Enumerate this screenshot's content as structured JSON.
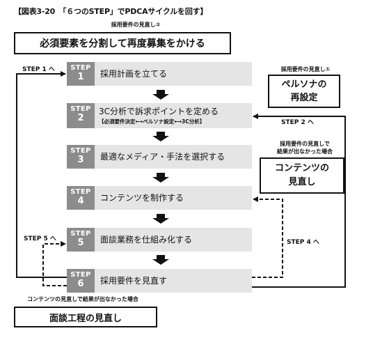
{
  "figure_title": "【図表3-20　「６つのSTEP」でPDCAサイクルを回す】",
  "top_caption": "採用要件の見直し②",
  "top_box": "必須要素を分割して再度募集をかける",
  "right_box1": {
    "caption": "採用要件の見直し①",
    "line1": "ペルソナの",
    "line2": "再設定"
  },
  "right_box2": {
    "caption_line1": "採用要件の見直しで",
    "caption_line2": "結果が出なかった場合",
    "line1": "コンテンツの",
    "line2": "見直し"
  },
  "bottom_caption": "コンテンツの見直しで結果が出なかった場合",
  "bottom_box": "面談工程の見直し",
  "step_word": "STEP",
  "steps": [
    {
      "num": "1",
      "text": "採用計画を立てる"
    },
    {
      "num": "2",
      "text": "3C分析で訴求ポイントを定める",
      "sub": "【必須要件決定⟷ペルソナ設定⟷3C分析】"
    },
    {
      "num": "3",
      "text": "最適なメディア・手法を選択する"
    },
    {
      "num": "4",
      "text": "コンテンツを制作する"
    },
    {
      "num": "5",
      "text": "面談業務を仕組み化する"
    },
    {
      "num": "6",
      "text": "採用要件を見直す"
    }
  ],
  "arrow_labels": {
    "step1": "STEP 1 へ",
    "step2": "STEP 2 へ",
    "step4": "STEP 4 へ",
    "step5": "STEP 5 へ"
  }
}
